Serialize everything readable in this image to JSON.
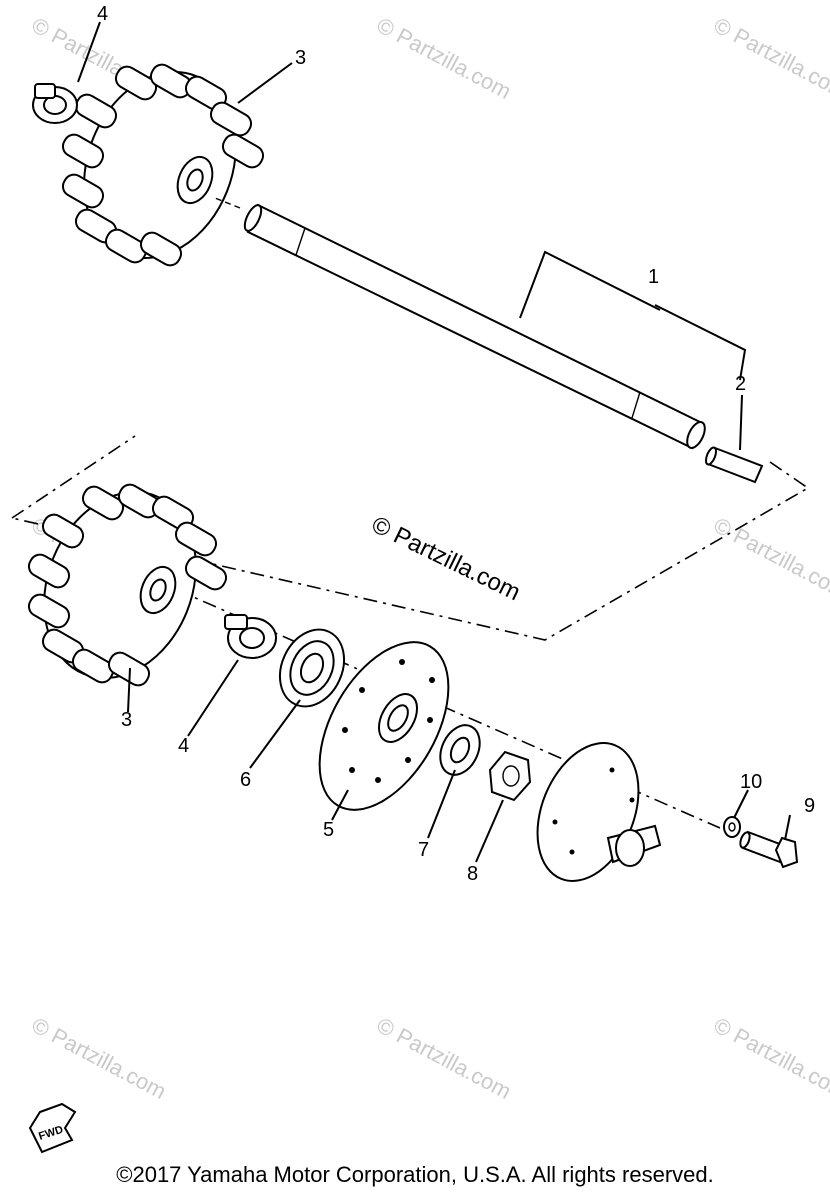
{
  "watermark": {
    "text": "© Partzilla.com"
  },
  "callouts": {
    "c1": "1",
    "c2": "2",
    "c3_top": "3",
    "c4_top": "4",
    "c3_bottom": "3",
    "c4_bottom": "4",
    "c5": "5",
    "c6": "6",
    "c7": "7",
    "c8": "8",
    "c9": "9",
    "c10": "10"
  },
  "fwd_label": "FWD",
  "copyright": "©2017 Yamaha Motor Corporation, U.S.A. All rights reserved."
}
